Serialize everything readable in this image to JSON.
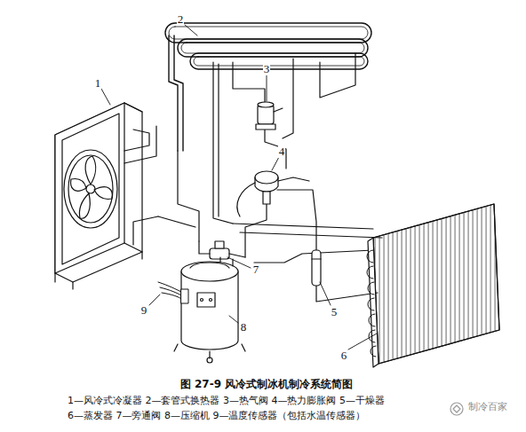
{
  "diagram": {
    "caption": "图 27-9 风冷式制冰机制冷系统简图",
    "labels": [
      "1",
      "2",
      "3",
      "4",
      "5",
      "6",
      "7",
      "8",
      "9",
      "1—风冷式冷凝器 2—套管式换热器 3—热气阀 4—热力膨胀阀 5—干燥器",
      "6—蒸发器 7—旁通阀 8—压缩机 9—温度传感器（包括水温传感器）",
      "制冷百家"
    ]
  }
}
